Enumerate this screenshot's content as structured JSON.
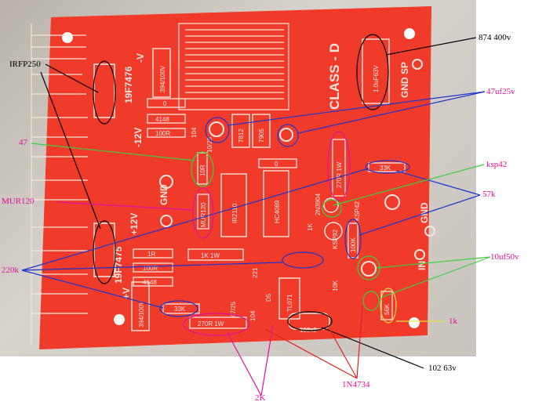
{
  "colors": {
    "board": "#f03a2a",
    "silk": "#f6e6df",
    "black": "#000000",
    "blue": "#1a35d0",
    "green": "#3cd040",
    "magenta": "#e0109a",
    "red": "#e02020",
    "yellow": "#e0e040"
  },
  "board_text": {
    "title": "CLASS - D",
    "gnd_sp": "GND SP",
    "gnd": "GND",
    "gnd_right": "GND",
    "in": "IN",
    "v_plus": "+V",
    "v_minus": "-V",
    "twelve_top": "-12V",
    "twelve_bottom": "+12V",
    "mosfet_top": "19F7476",
    "mosfet_bottom": "19F7475",
    "cap_394_top": "394/100V",
    "cap_394_bottom": "394/100V",
    "cap_1uf": "1.0uF63V",
    "r_100r_top": "100R",
    "r_100r_bottom": "100R",
    "d_4148_top": "4148",
    "d_4148_bottom": "4148",
    "r_0_top": "0",
    "r_0_mid": "0",
    "r_1r": "1R",
    "r_1k_1w": "1K 1W",
    "r_270r_top": "270R 1W",
    "r_270r_bottom": "270R 1W",
    "r_33k_top": "33K",
    "r_33k_bottom": "33K",
    "r_56k": "56K",
    "r_10r": "10R",
    "ic_ir2110": "IR2110",
    "ic_4069": "HC4069",
    "ic_tl071": "TL071",
    "t_ksp92": "KSP92",
    "t_ksp42": "KSP42",
    "q_2n3904": "2N3904",
    "r_100k": "100K",
    "r_10k": "10K",
    "r_1k": "1K",
    "r_221": "221",
    "c_104_a": "104",
    "c_104_b": "104",
    "c_10_25": "10/25",
    "c_47_25": "47/25",
    "c_102": "102x2",
    "reg_7812": "7812",
    "reg_7905": "7905",
    "mur": "MUR120",
    "d_zener": "D5"
  },
  "annotations": {
    "irfp250": "IRFP250",
    "v874": "874   400v",
    "cap47uf": "47uf25v",
    "r47": "47",
    "ksp42": "ksp42",
    "mur120": "MUR120",
    "r57k": "57k",
    "r220k": "220k",
    "cap10uf": "10uf50v",
    "r1k": "1k",
    "c102": "102   63v",
    "z1n4734": "1N4734",
    "r2k": "2K"
  }
}
